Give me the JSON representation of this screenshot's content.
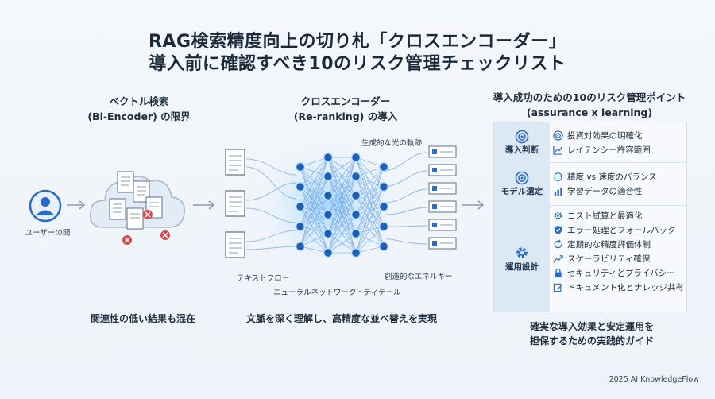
{
  "title": {
    "line1": "RAG検索精度向上の切り札「クロスエンコーダー」",
    "line2": "導入前に確認すべき10のリスク管理チェックリスト"
  },
  "left": {
    "heading1": "ベクトル検索",
    "heading2": "(Bi-Encoder) の限界",
    "user_label": "ユーザーの問",
    "caption": "関連性の低い結果も混在"
  },
  "center": {
    "heading1": "クロスエンコーダー",
    "heading2": "(Re-ranking) の導入",
    "label_light": "生成的な光の軌跡",
    "label_textflow": "テキストフロー",
    "label_network": "ニューラルネットワーク・ディテール",
    "label_energy": "創造的なエネルギー",
    "caption": "文脈を深く理解し、高精度な並べ替えを実現"
  },
  "right": {
    "heading1": "導入成功のための10のリスク管理ポイント",
    "heading2": "(assurance x learning)",
    "sections": [
      {
        "label": "導入判断",
        "icon": "target-icon",
        "items": [
          {
            "text": "投資対効果の明確化",
            "icon": "target-icon"
          },
          {
            "text": "レイテンシー許容範囲",
            "icon": "chart-icon"
          }
        ]
      },
      {
        "label": "モデル選定",
        "icon": "target-icon",
        "items": [
          {
            "text": "精度 vs 速度のバランス",
            "icon": "brain-icon"
          },
          {
            "text": "学習データの適合性",
            "icon": "bar-chart-icon"
          }
        ]
      },
      {
        "label": "運用設計",
        "icon": "gear-icon",
        "items": [
          {
            "text": "コスト試算と最適化",
            "icon": "gear-icon"
          },
          {
            "text": "エラー処理とフォールバック",
            "icon": "shield-icon"
          },
          {
            "text": "定期的な精度評価体制",
            "icon": "refresh-icon"
          },
          {
            "text": "スケーラビリティ確保",
            "icon": "trend-icon"
          },
          {
            "text": "セキュリティとプライバシー",
            "icon": "lock-icon"
          },
          {
            "text": "ドキュメント化とナレッジ共有",
            "icon": "edit-icon"
          }
        ]
      }
    ],
    "guide1": "確実な導入効果と安定運用を",
    "guide2": "担保するための実践的ガイド"
  },
  "footer": "2025 AI KnowledgeFlow",
  "colors": {
    "accent": "#2b6cc4",
    "panel_label_bg": "#dde8f5",
    "error": "#d84a4a"
  }
}
